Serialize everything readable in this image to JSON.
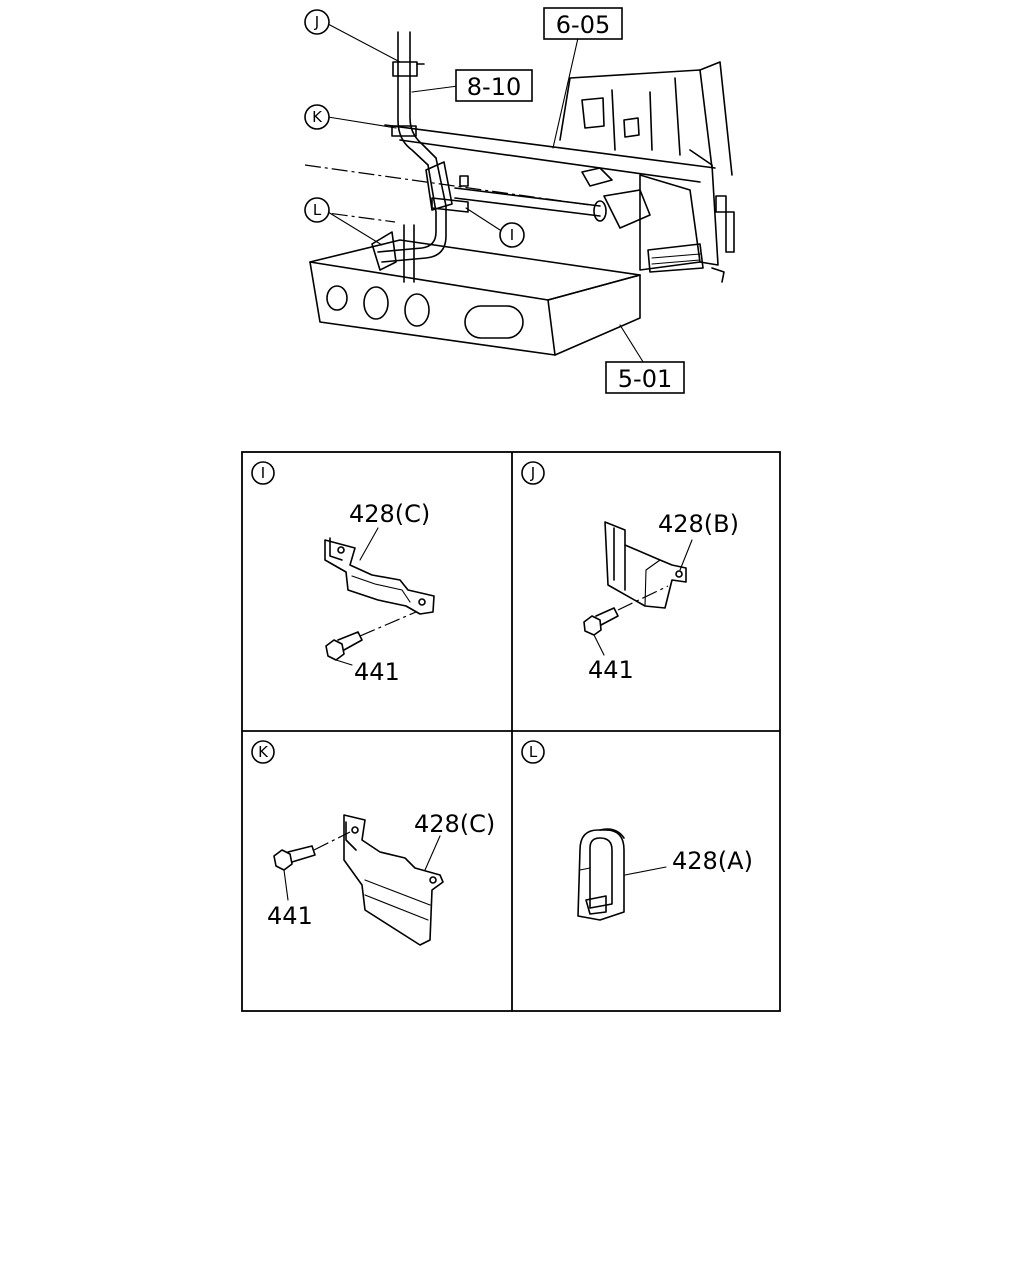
{
  "refs": {
    "r605": "6-05",
    "r810": "8-10",
    "r501": "5-01"
  },
  "callouts": {
    "j": "J",
    "k": "K",
    "l": "L",
    "i": "I"
  },
  "panels": {
    "i": {
      "letter": "I",
      "part": "428(C)",
      "bolt": "441"
    },
    "j": {
      "letter": "J",
      "part": "428(B)",
      "bolt": "441"
    },
    "k": {
      "letter": "K",
      "part": "428(C)",
      "bolt": "441"
    },
    "l": {
      "letter": "L",
      "part": "428(A)"
    }
  }
}
